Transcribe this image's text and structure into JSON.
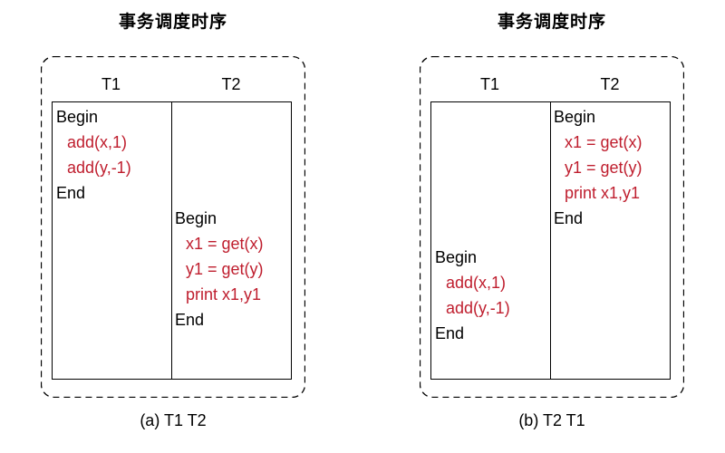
{
  "colors": {
    "background": "#ffffff",
    "op_red": "#bf1e2e",
    "text_black": "#000000",
    "line_black": "#000000"
  },
  "diagrams": [
    {
      "title": "事务调度时序",
      "caption": "(a) T1 T2",
      "columns": [
        {
          "label": "T1"
        },
        {
          "label": "T2"
        }
      ],
      "rows": [
        {
          "col": 0,
          "style": "keyword",
          "text": "Begin"
        },
        {
          "col": 0,
          "style": "op",
          "text": "add(x,1)"
        },
        {
          "col": 0,
          "style": "op",
          "text": "add(y,-1)"
        },
        {
          "col": 0,
          "style": "keyword",
          "text": "End"
        },
        {
          "col": 1,
          "style": "keyword",
          "text": "Begin"
        },
        {
          "col": 1,
          "style": "op",
          "text": "x1 = get(x)"
        },
        {
          "col": 1,
          "style": "op",
          "text": "y1 = get(y)"
        },
        {
          "col": 1,
          "style": "op",
          "text": "print x1,y1"
        },
        {
          "col": 1,
          "style": "keyword",
          "text": "End"
        }
      ]
    },
    {
      "title": "事务调度时序",
      "caption": "(b) T2 T1",
      "columns": [
        {
          "label": "T1"
        },
        {
          "label": "T2"
        }
      ],
      "rows": [
        {
          "col": 1,
          "style": "keyword",
          "text": "Begin"
        },
        {
          "col": 1,
          "style": "op",
          "text": "x1 = get(x)"
        },
        {
          "col": 1,
          "style": "op",
          "text": "y1 = get(y)"
        },
        {
          "col": 1,
          "style": "op",
          "text": "print x1,y1"
        },
        {
          "col": 1,
          "style": "keyword",
          "text": "End"
        },
        {
          "col": null,
          "style": "gap",
          "text": ""
        },
        {
          "col": 0,
          "style": "keyword",
          "text": "Begin"
        },
        {
          "col": 0,
          "style": "op",
          "text": "add(x,1)"
        },
        {
          "col": 0,
          "style": "op",
          "text": "add(y,-1)"
        },
        {
          "col": 0,
          "style": "keyword",
          "text": "End"
        }
      ]
    }
  ]
}
